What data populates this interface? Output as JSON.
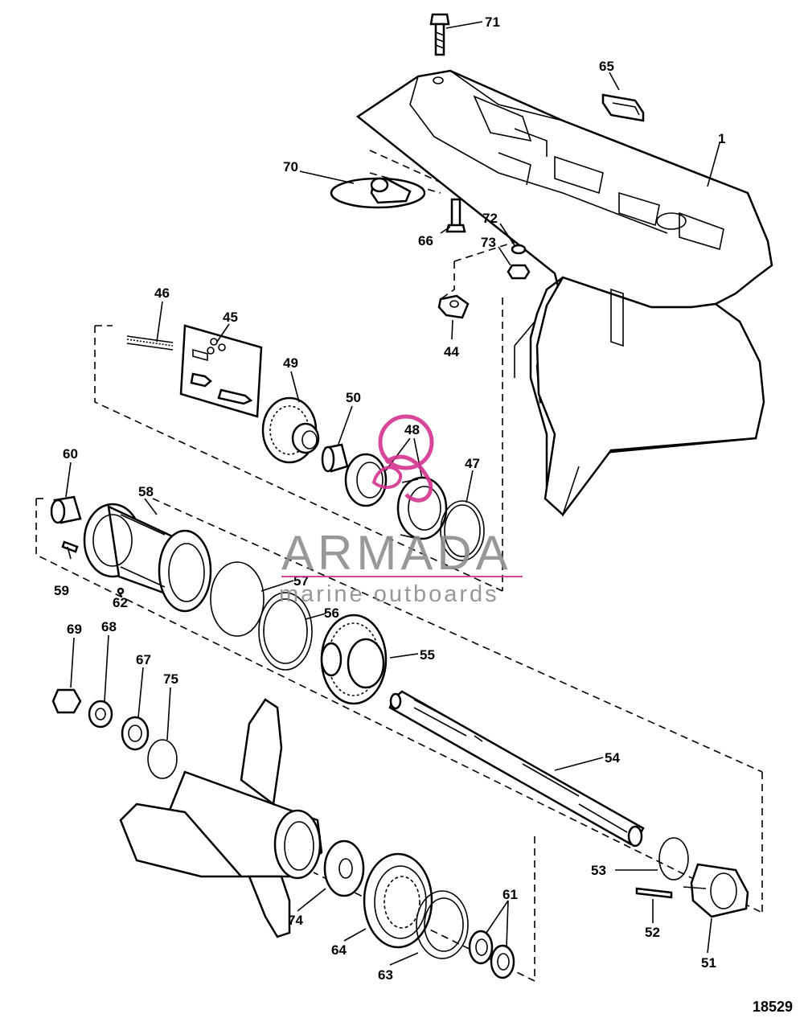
{
  "watermark": {
    "title": "ARMADA",
    "subtitle": "marine outboards",
    "accent_color": "#d4338f",
    "text_color": "#8d8d8d"
  },
  "diagram_code": "18529",
  "labels": {
    "p1": "1",
    "p44": "44",
    "p45": "45",
    "p46": "46",
    "p47": "47",
    "p48": "48",
    "p49": "49",
    "p50": "50",
    "p51": "51",
    "p52": "52",
    "p53": "53",
    "p54": "54",
    "p55": "55",
    "p56": "56",
    "p57": "57",
    "p58": "58",
    "p59": "59",
    "p60": "60",
    "p61": "61",
    "p62": "62",
    "p63": "63",
    "p64": "64",
    "p65": "65",
    "p66": "66",
    "p67": "67",
    "p68": "68",
    "p69": "69",
    "p70": "70",
    "p71": "71",
    "p72": "72",
    "p73": "73",
    "p74": "74",
    "p75": "75"
  }
}
